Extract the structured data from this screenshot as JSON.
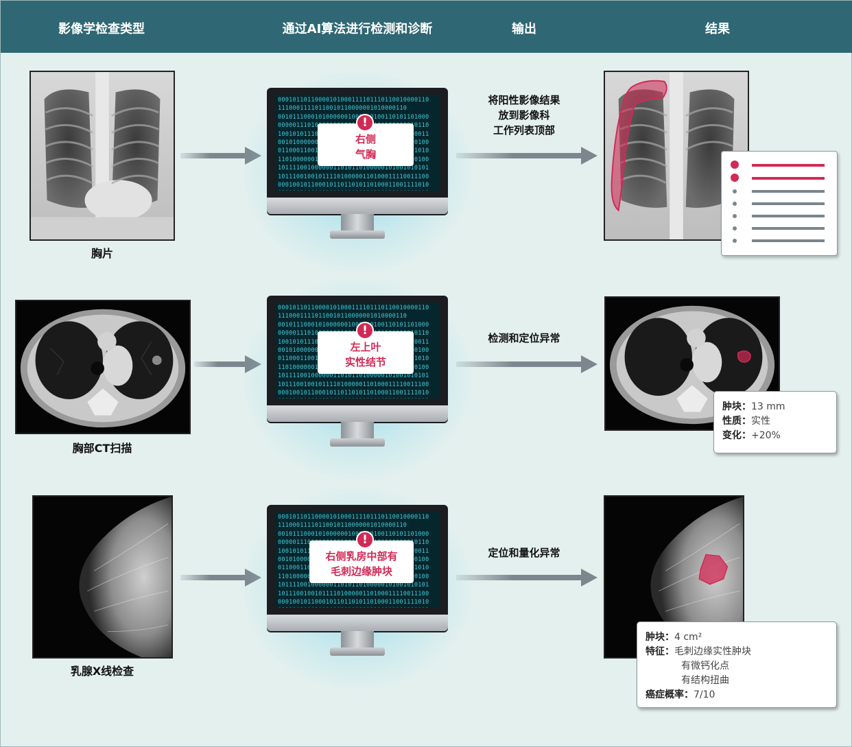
{
  "header": {
    "col1": "影像学检查类型",
    "col2": "通过AI算法进行检测和诊断",
    "col3": "输出",
    "col4": "结果"
  },
  "rows": [
    {
      "caption": "胸片",
      "alert_line1": "右侧",
      "alert_line2": "气胸",
      "output_line1": "将阳性影像结果",
      "output_line2": "放到影像科",
      "output_line3": "工作列表顶部"
    },
    {
      "caption": "胸部CT扫描",
      "alert_line1": "左上叶",
      "alert_line2": "实性结节",
      "output_line1": "检测和定位异常",
      "result": {
        "k1": "肿块：",
        "v1": "13 mm",
        "k2": "性质：",
        "v2": "实性",
        "k3": "变化：",
        "v3": "+20%"
      }
    },
    {
      "caption": "乳腺X线检查",
      "alert_line1": "右侧乳房中部有",
      "alert_line2": "毛刺边缘肿块",
      "output_line1": "定位和量化异常",
      "result": {
        "k1": "肿块：",
        "v1": "4 cm²",
        "k2": "特征：",
        "v2a": "毛刺边缘实性肿块",
        "v2b": "有微钙化点",
        "v2c": "有结构扭曲",
        "k3": "癌症概率：",
        "v3": "7/10"
      }
    }
  ],
  "binary_text": "00010110110000101000111101110110010000110001111011001011000000101000011000101110001010000001000000100110101101000000000111010000100100100000101100000010110100101011101000010000111010111100000000110010100000011101011001110011001100010010001100011001111001010010010111010011101010110100000010110000000111010111111111001001011110010000001101011010000010100101010110111001001011110100000110100011110011100000100101100010110110101101000110011110100111101000101100010101111111011110011110111010101011011101011101110010110110011101011101001101",
  "colors": {
    "header": "#2f6774",
    "background": "#e3f0ee",
    "accent": "#d12a55",
    "screen": "#06262d",
    "binary": "#45c6d3",
    "arrow": "#7d868e"
  },
  "icons": [
    "alert-icon",
    "arrow-right-icon",
    "monitor-icon",
    "report-list-icon"
  ]
}
